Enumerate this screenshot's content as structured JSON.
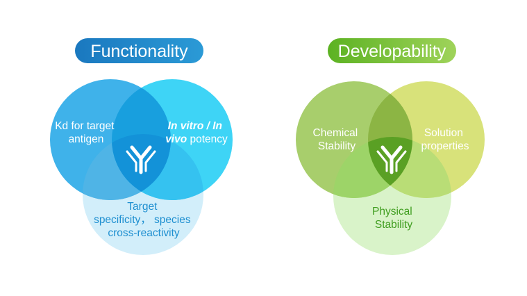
{
  "functionality": {
    "title": "Functionality",
    "circle_left_lines": [
      "Kd for target",
      "antigen"
    ],
    "circle_right_line1_italic": "In vitro / In",
    "circle_right_line2_italic": "vivo",
    "circle_right_line2_rest": " potency",
    "circle_bottom_lines": [
      "Target",
      "specificity， species",
      "cross-reactivity"
    ],
    "colors": {
      "pill": "#1f87c9",
      "left": "#3fb2ea",
      "right": "#3ed4f6",
      "bottom": "#d2eefa",
      "center": "#1392d8",
      "label_bottom": "#1e8fd0"
    }
  },
  "developability": {
    "title": "Developability",
    "circle_left_lines": [
      "Chemical",
      "Stability"
    ],
    "circle_right_lines": [
      "Solution",
      "properties"
    ],
    "circle_bottom_lines": [
      "Physical",
      "Stability"
    ],
    "colors": {
      "pill": "#6fbd2c",
      "left": "#a8ce6c",
      "right": "#d8e27a",
      "bottom": "#d9f3c9",
      "center": "#5aa024",
      "label_bottom": "#3f9d1f"
    }
  },
  "icons": [
    "antibody-icon",
    "antibody-icon"
  ]
}
